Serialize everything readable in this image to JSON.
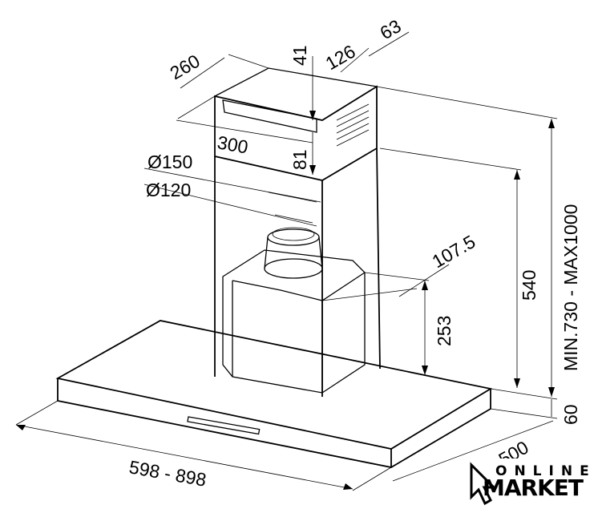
{
  "dimensions": {
    "d260": "260",
    "d41": "41",
    "d126": "126",
    "d63": "63",
    "d300": "300",
    "d81": "81",
    "d150": "Ø150",
    "d120": "Ø120",
    "d107": "107.5",
    "d540": "540",
    "d253": "253",
    "dheight": "MIN.730 - MAX1000",
    "d60": "60",
    "dwidth": "598 - 898",
    "ddepth": "500"
  },
  "logo": {
    "line1": "ONLINE",
    "line2": "MARKET"
  }
}
